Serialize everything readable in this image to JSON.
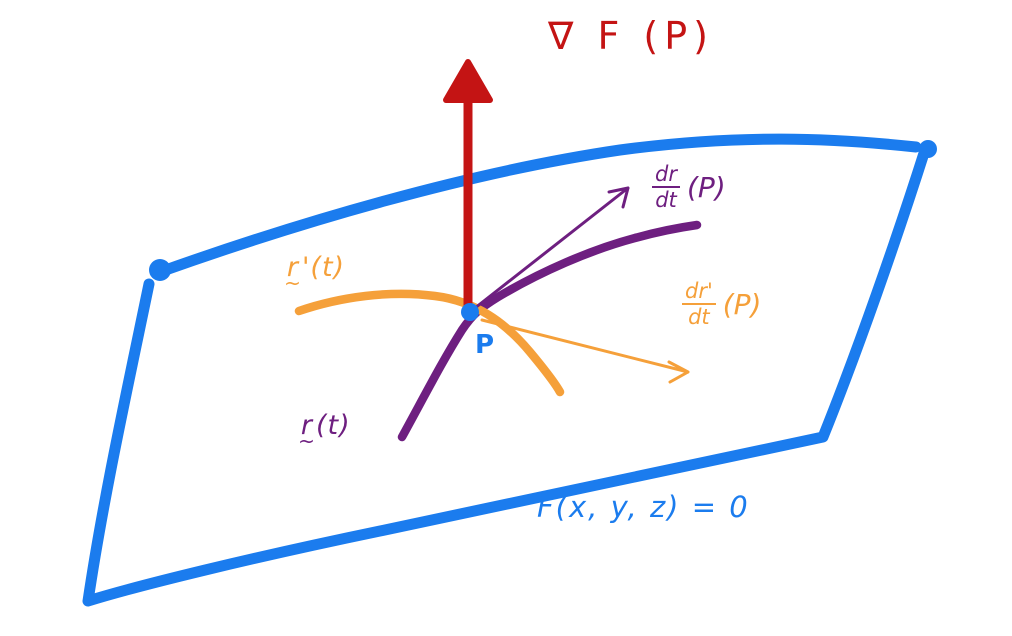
{
  "colors": {
    "blue": "#1b7cee",
    "red": "#c41414",
    "purple": "#6e1f80",
    "orange": "#f5a03a"
  },
  "labels": {
    "gradient": "∇ F (P)",
    "point": "P",
    "surface_equation": "F(x, y, z) = 0",
    "curve_r": {
      "letter": "r",
      "tilde": "~",
      "rest": "(t)"
    },
    "curve_r_prime": {
      "letter": "r",
      "tilde": "~",
      "prime": "'",
      "rest": "(t)"
    },
    "tangent_r": {
      "numerator": "dr",
      "denominator": "dt",
      "suffix": "(P)"
    },
    "tangent_r_prime": {
      "numerator": "dr'",
      "denominator": "dt",
      "suffix": "(P)"
    }
  }
}
